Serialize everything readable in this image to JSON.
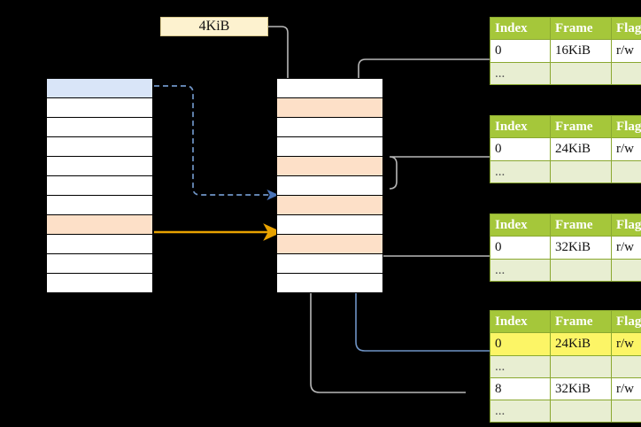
{
  "diagram": {
    "title_box": {
      "label": "4KiB"
    },
    "colors": {
      "header_green": "#a5c73a",
      "row_alt_green": "#e8eed2",
      "highlight_yellow": "#fcf566",
      "blue_row": "#d9e5f8",
      "orange_row": "#fde0c8",
      "blue_arrow": "#4a74b8",
      "orange_arrow": "#e8a200",
      "gray_arrow": "#b3b3b3",
      "size_box_bg": "#fdf2cf"
    }
  },
  "left_column": {
    "name": "virtual-address-space",
    "rows": [
      {
        "index": 0,
        "fill": "blue",
        "label": ""
      },
      {
        "index": 1,
        "fill": "white",
        "label": ""
      },
      {
        "index": 2,
        "fill": "white",
        "label": ""
      },
      {
        "index": 3,
        "fill": "white",
        "label": ""
      },
      {
        "index": 4,
        "fill": "white",
        "label": ""
      },
      {
        "index": 5,
        "fill": "white",
        "label": ""
      },
      {
        "index": 6,
        "fill": "white",
        "label": ""
      },
      {
        "index": 7,
        "fill": "orange",
        "label": ""
      },
      {
        "index": 8,
        "fill": "white",
        "label": ""
      },
      {
        "index": 9,
        "fill": "white",
        "label": ""
      },
      {
        "index": 10,
        "fill": "white",
        "label": ""
      }
    ]
  },
  "middle_column": {
    "name": "physical-memory",
    "rows": [
      {
        "index": 0,
        "fill": "white",
        "label": ""
      },
      {
        "index": 1,
        "fill": "orange",
        "label": ""
      },
      {
        "index": 2,
        "fill": "white",
        "label": ""
      },
      {
        "index": 3,
        "fill": "white",
        "label": ""
      },
      {
        "index": 4,
        "fill": "orange",
        "label": ""
      },
      {
        "index": 5,
        "fill": "white",
        "label": ""
      },
      {
        "index": 6,
        "fill": "orange",
        "label": ""
      },
      {
        "index": 7,
        "fill": "white",
        "label": ""
      },
      {
        "index": 8,
        "fill": "orange",
        "label": ""
      },
      {
        "index": 9,
        "fill": "white",
        "label": ""
      },
      {
        "index": 10,
        "fill": "white",
        "label": ""
      }
    ]
  },
  "tables": [
    {
      "name": "page-table-level-1",
      "headers": [
        "Index",
        "Frame",
        "Flags"
      ],
      "rows": [
        {
          "cells": [
            "0",
            "16KiB",
            "r/w"
          ],
          "style": "normal"
        },
        {
          "cells": [
            "...",
            "",
            ""
          ],
          "style": "ellipsis"
        }
      ]
    },
    {
      "name": "page-table-level-2",
      "headers": [
        "Index",
        "Frame",
        "Flags"
      ],
      "rows": [
        {
          "cells": [
            "0",
            "24KiB",
            "r/w"
          ],
          "style": "normal"
        },
        {
          "cells": [
            "...",
            "",
            ""
          ],
          "style": "ellipsis"
        }
      ]
    },
    {
      "name": "page-table-level-3",
      "headers": [
        "Index",
        "Frame",
        "Flags"
      ],
      "rows": [
        {
          "cells": [
            "0",
            "32KiB",
            "r/w"
          ],
          "style": "normal"
        },
        {
          "cells": [
            "...",
            "",
            ""
          ],
          "style": "ellipsis"
        }
      ]
    },
    {
      "name": "page-table-level-4",
      "headers": [
        "Index",
        "Frame",
        "Flags"
      ],
      "rows": [
        {
          "cells": [
            "0",
            "24KiB",
            "r/w"
          ],
          "style": "highlight"
        },
        {
          "cells": [
            "...",
            "",
            ""
          ],
          "style": "ellipsis"
        },
        {
          "cells": [
            "8",
            "32KiB",
            "r/w"
          ],
          "style": "normal"
        },
        {
          "cells": [
            "...",
            "",
            ""
          ],
          "style": "ellipsis"
        }
      ]
    }
  ]
}
